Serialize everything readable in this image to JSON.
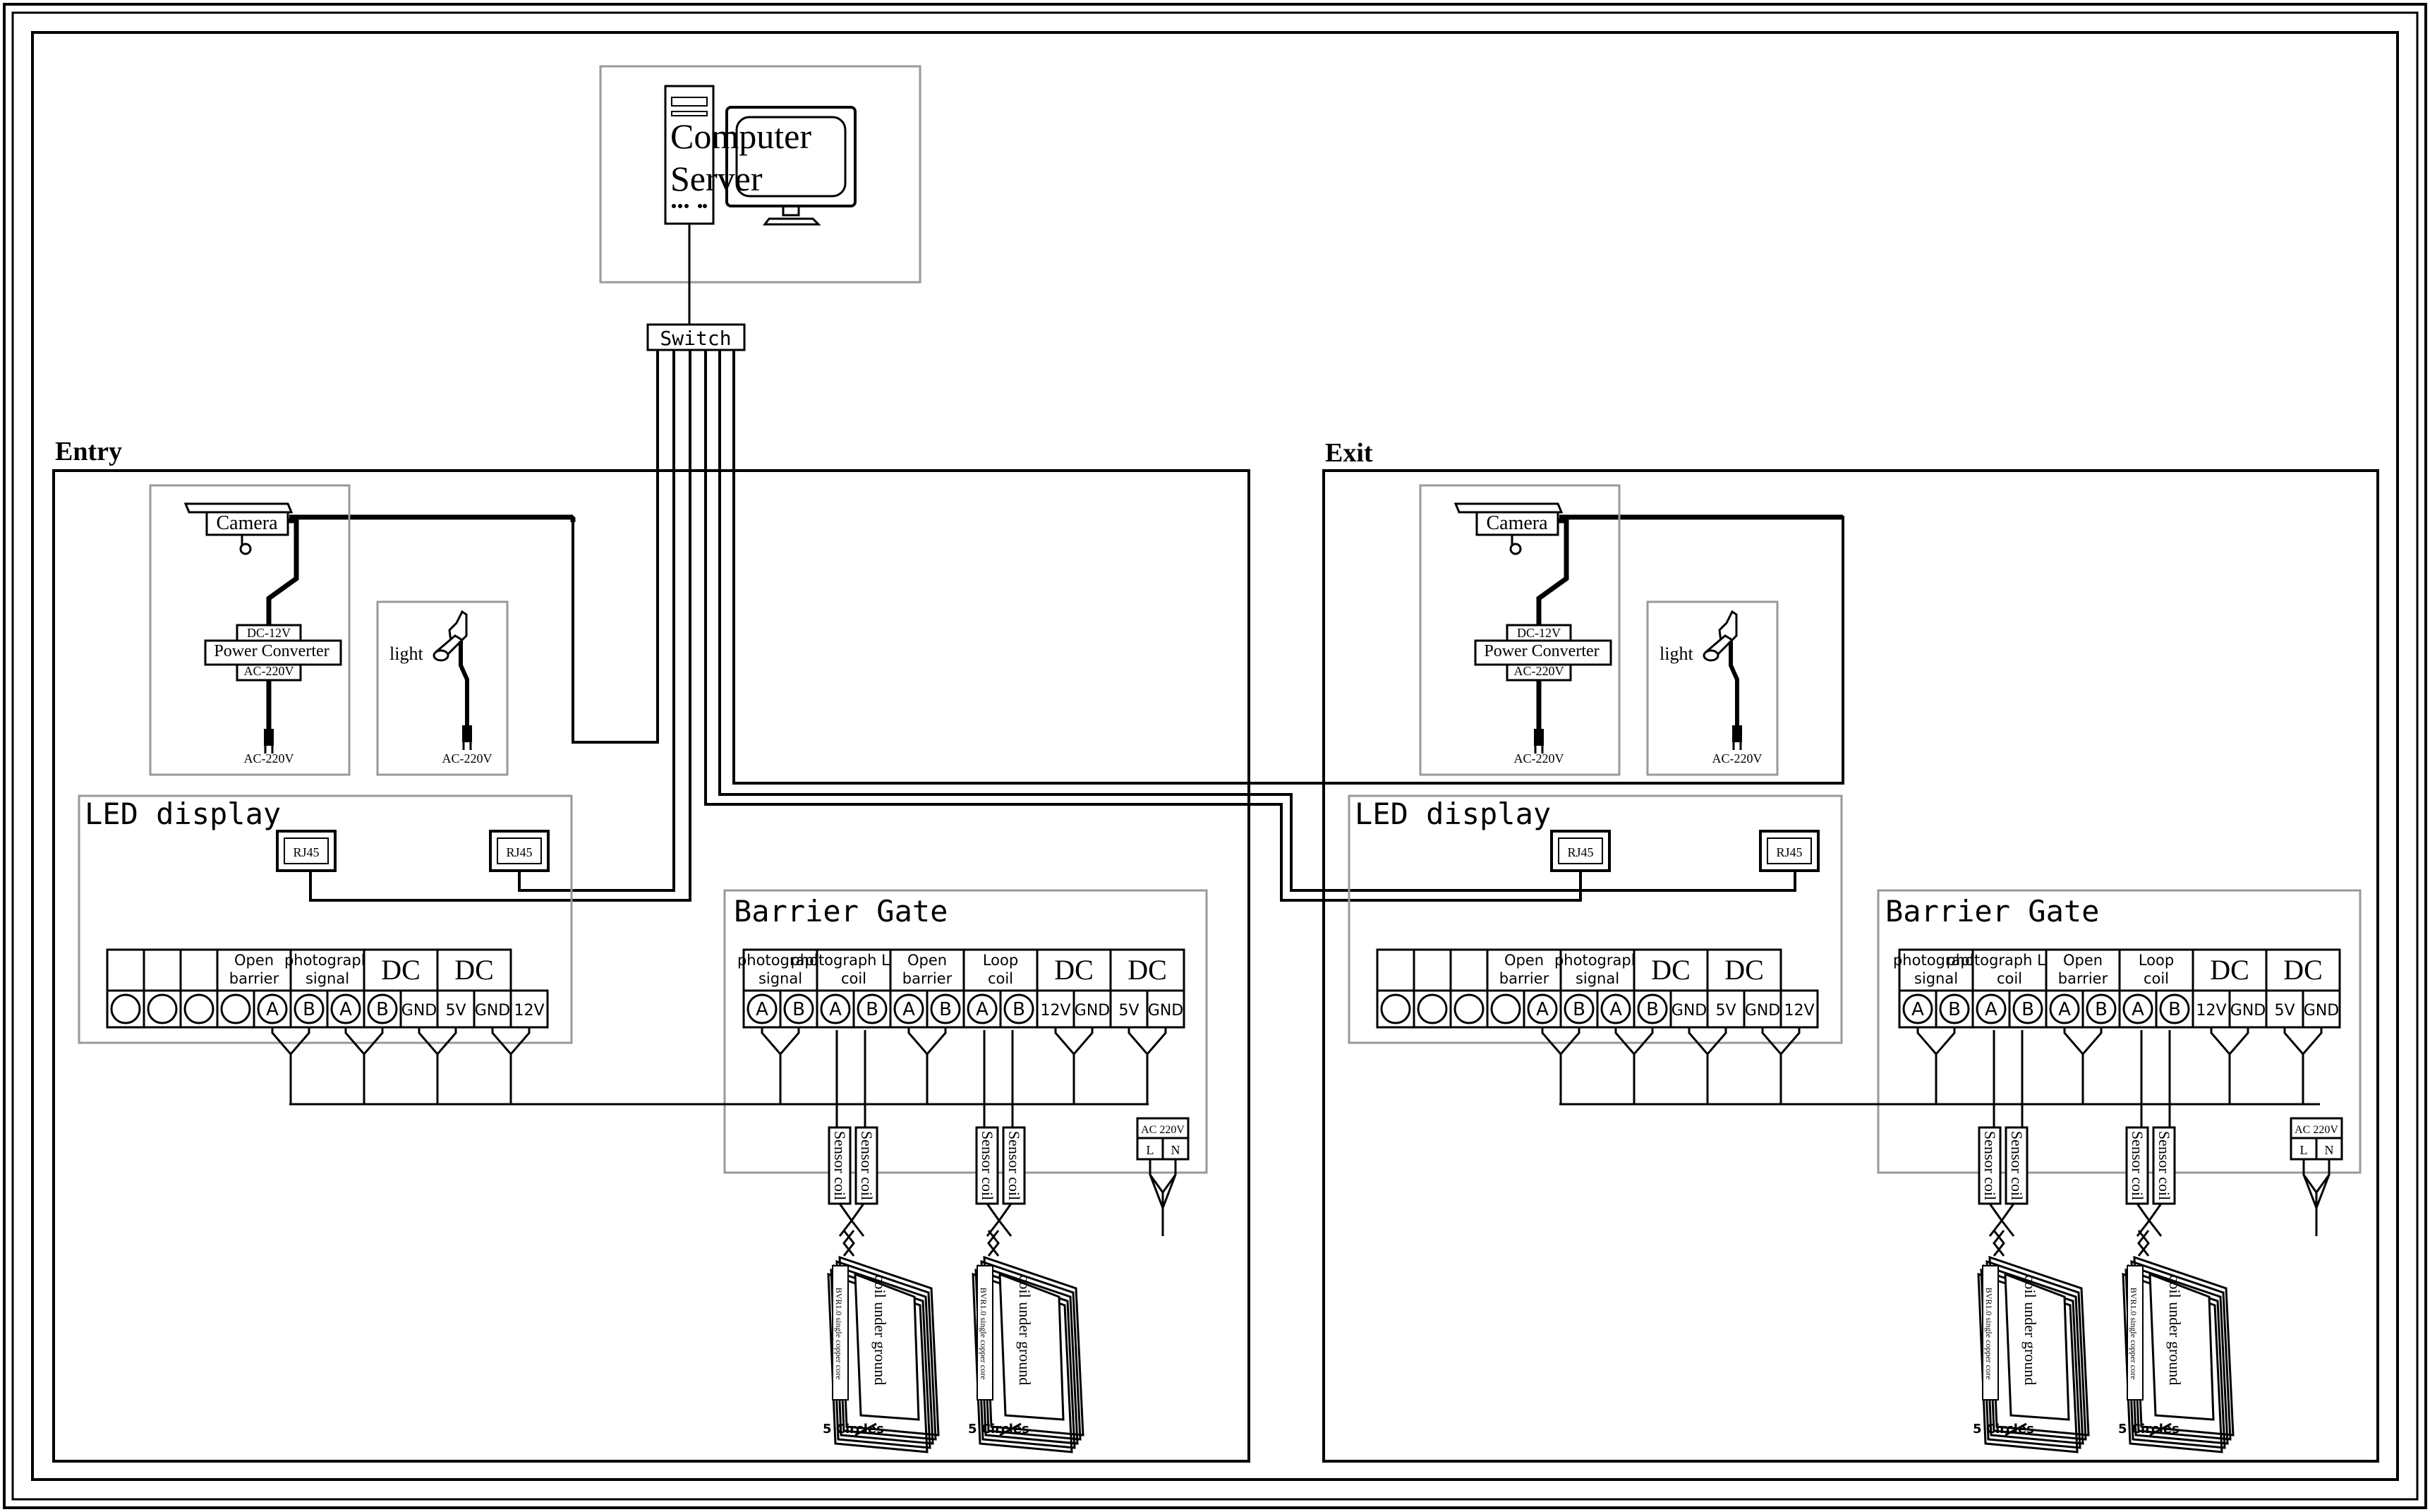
{
  "labels": {
    "computer_server": [
      "Computer",
      "Server"
    ],
    "switch": "Switch",
    "entry": "Entry",
    "exit": "Exit",
    "camera": "Camera",
    "dc12v": "DC-12V",
    "power_converter": "Power Converter",
    "ac220v": "AC-220V",
    "light": "light",
    "led_display": "LED display",
    "rj45": "RJ45",
    "barrier_gate": "Barrier Gate",
    "sensor_coil": "Sensor coil",
    "coil_under_ground": "coil under ground",
    "copper_core": "BVR1.0 single copper core",
    "five_circles": "5 Circles",
    "ac_220v_box": "AC 220V",
    "L": "L",
    "N": "N"
  },
  "led_terminal": {
    "headers": [
      "",
      "",
      "",
      "Open barrier",
      "photograph signal",
      "DC",
      "DC"
    ],
    "pins": [
      "",
      "",
      "",
      "",
      "A",
      "B",
      "A",
      "B",
      "GND",
      "5V",
      "GND",
      "12V"
    ]
  },
  "entry_gate_terminal": {
    "headers": [
      "photograph signal",
      "photograph Loop coil",
      "Open barrier",
      "Loop coil",
      "DC",
      "DC"
    ],
    "pins": [
      "A",
      "B",
      "A",
      "B",
      "A",
      "B",
      "A",
      "B",
      "12V",
      "GND",
      "5V",
      "GND"
    ]
  },
  "exit_gate_terminal": {
    "headers": [
      "photograph signal",
      "photograph Loop coil",
      "Open barrier",
      "Loop coil",
      "DC",
      "DC"
    ],
    "pins": [
      "A",
      "B",
      "A",
      "B",
      "A",
      "B",
      "A",
      "B",
      "12V",
      "GND",
      "5V",
      "GND"
    ]
  }
}
